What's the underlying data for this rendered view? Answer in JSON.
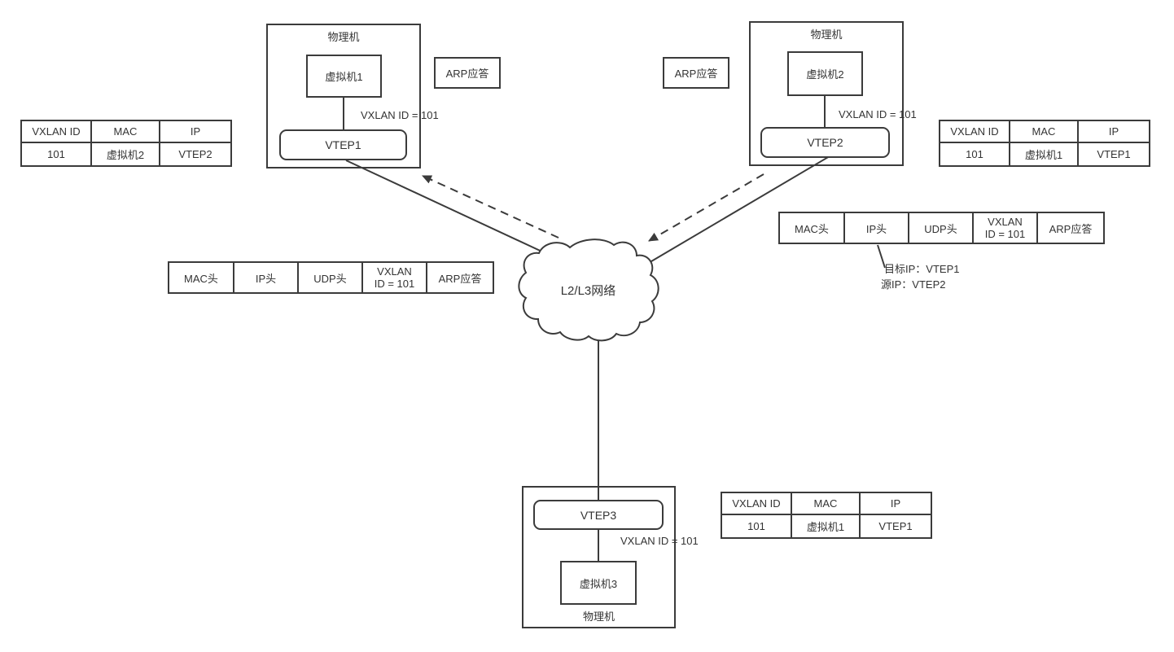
{
  "colors": {
    "stroke": "#3b3b3b",
    "text": "#333333",
    "background": "#ffffff"
  },
  "nodes": {
    "machine1": {
      "label": "物理机",
      "vm": "虚拟机1",
      "vtep": "VTEP1",
      "vxlan_label": "VXLAN ID = 101"
    },
    "machine2": {
      "label": "物理机",
      "vm": "虚拟机2",
      "vtep": "VTEP2",
      "vxlan_label": "VXLAN ID = 101"
    },
    "machine3": {
      "label": "物理机",
      "vm": "虚拟机3",
      "vtep": "VTEP3",
      "vxlan_label": "VXLAN ID = 101"
    },
    "cloud": {
      "label": "L2/L3网络"
    }
  },
  "arp_badges": {
    "left": "ARP应答",
    "right": "ARP应答"
  },
  "mapping_tables": {
    "left": {
      "headers": [
        "VXLAN ID",
        "MAC",
        "IP"
      ],
      "row": [
        "101",
        "虚拟机2",
        "VTEP2"
      ]
    },
    "right": {
      "headers": [
        "VXLAN ID",
        "MAC",
        "IP"
      ],
      "row": [
        "101",
        "虚拟机1",
        "VTEP1"
      ]
    },
    "bottom": {
      "headers": [
        "VXLAN ID",
        "MAC",
        "IP"
      ],
      "row": [
        "101",
        "虚拟机1",
        "VTEP1"
      ]
    }
  },
  "packets": {
    "left": {
      "cells": [
        "MAC头",
        "IP头",
        "UDP头"
      ],
      "vxlan": [
        "VXLAN",
        "ID = 101"
      ],
      "payload": "ARP应答"
    },
    "right": {
      "cells": [
        "MAC头",
        "IP头",
        "UDP头"
      ],
      "vxlan": [
        "VXLAN",
        "ID = 101"
      ],
      "payload": "ARP应答"
    },
    "annotation": [
      "目标IP：VTEP1",
      "源IP：VTEP2"
    ]
  }
}
